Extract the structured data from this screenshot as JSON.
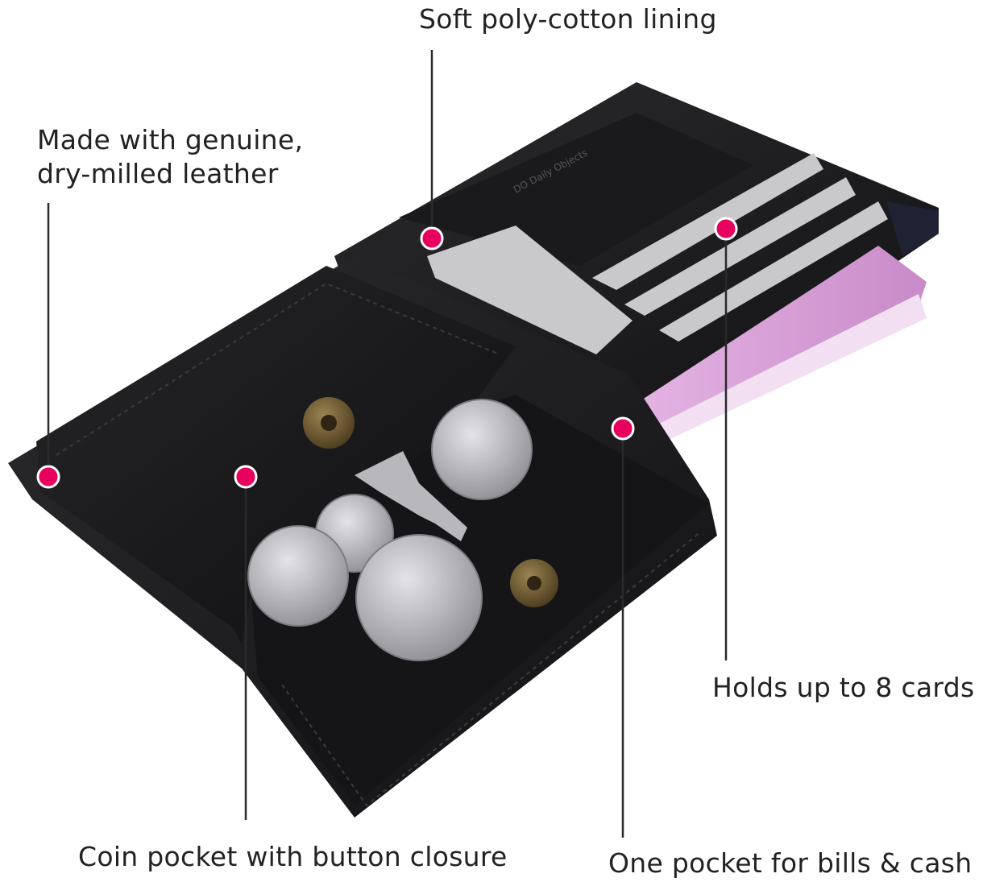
{
  "callouts": {
    "leather": {
      "line1": "Made with genuine,",
      "line2": "dry-milled leather"
    },
    "lining": "Soft poly-cotton lining",
    "cards": "Holds up to 8 cards",
    "coin_pocket": "Coin pocket with button closure",
    "bills": "One pocket for bills & cash"
  },
  "colors": {
    "marker": "#e8005e",
    "leader_line": "#2a2a2a",
    "leather": "#1c1c1e",
    "lining": "#1f2233",
    "card": "#c9c9cc",
    "banknote": "#d89bd6",
    "coin": "#b8b8bc",
    "brass": "#6d5a34"
  }
}
